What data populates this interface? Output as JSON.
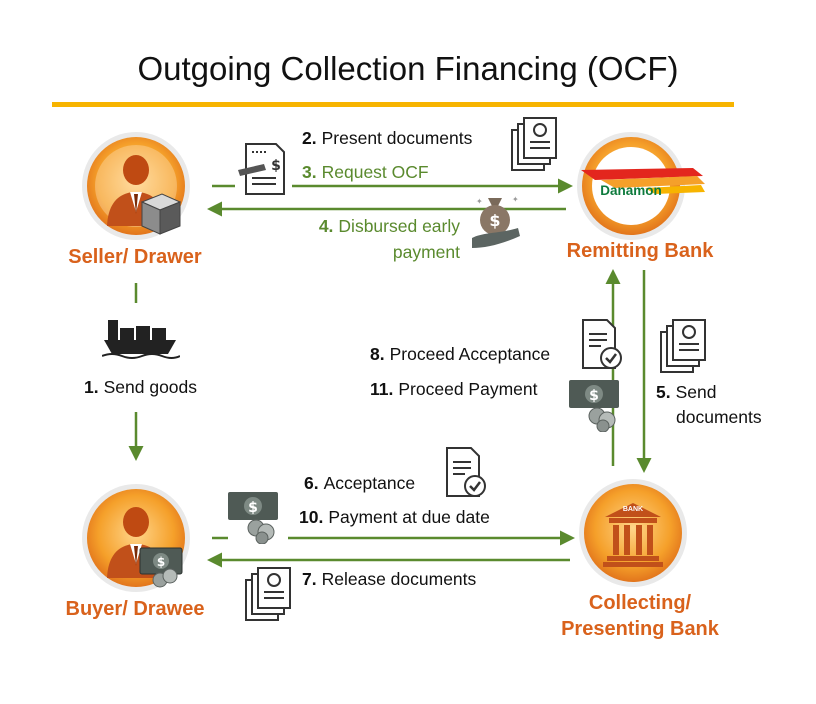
{
  "title": "Outgoing Collection Financing (OCF)",
  "colors": {
    "accent_rule": "#f7b400",
    "actor_label": "#d9621c",
    "arrow": "#5a8a2e",
    "ocf_step_text": "#5a8a2e",
    "bank_brand_red": "#e3261e",
    "bank_brand_green": "#0d7a3c"
  },
  "actors": {
    "seller": {
      "label": "Seller/ Drawer",
      "icon": "businessman-with-box-icon"
    },
    "buyer": {
      "label": "Buyer/ Drawee",
      "icon": "businessman-with-cash-icon"
    },
    "remitting_bank": {
      "label": "Remitting Bank",
      "logo_text": "Danamon",
      "icon": "danamon-logo"
    },
    "collecting_bank": {
      "label_line1": "Collecting/",
      "label_line2": "Presenting Bank",
      "icon": "bank-building-icon",
      "sign_text": "BANK"
    }
  },
  "steps": {
    "s1": {
      "num": "1.",
      "text": "Send goods",
      "icon": "cargo-ship-icon"
    },
    "s2": {
      "num": "2.",
      "text": "Present documents",
      "icon": "certificate-documents-icon"
    },
    "s3": {
      "num": "3.",
      "text": "Request OCF",
      "icon": "invoice-pen-icon"
    },
    "s4": {
      "num": "4.",
      "text_line1": "Disbursed early",
      "text_line2": "payment",
      "icon": "money-bag-hand-icon"
    },
    "s5": {
      "num": "5.",
      "text_line1": "Send",
      "text_line2": "documents",
      "icon": "certificate-documents-icon"
    },
    "s6": {
      "num": "6.",
      "text": "Acceptance",
      "icon": "document-check-icon"
    },
    "s7": {
      "num": "7.",
      "text": "Release documents",
      "icon": "certificate-documents-icon"
    },
    "s8": {
      "num": "8.",
      "text": "Proceed Acceptance",
      "icon": "document-check-icon"
    },
    "s10": {
      "num": "10.",
      "text": "Payment at due date",
      "icon": "cash-coins-icon"
    },
    "s11": {
      "num": "11.",
      "text": "Proceed Payment",
      "icon": "cash-coins-icon"
    }
  }
}
